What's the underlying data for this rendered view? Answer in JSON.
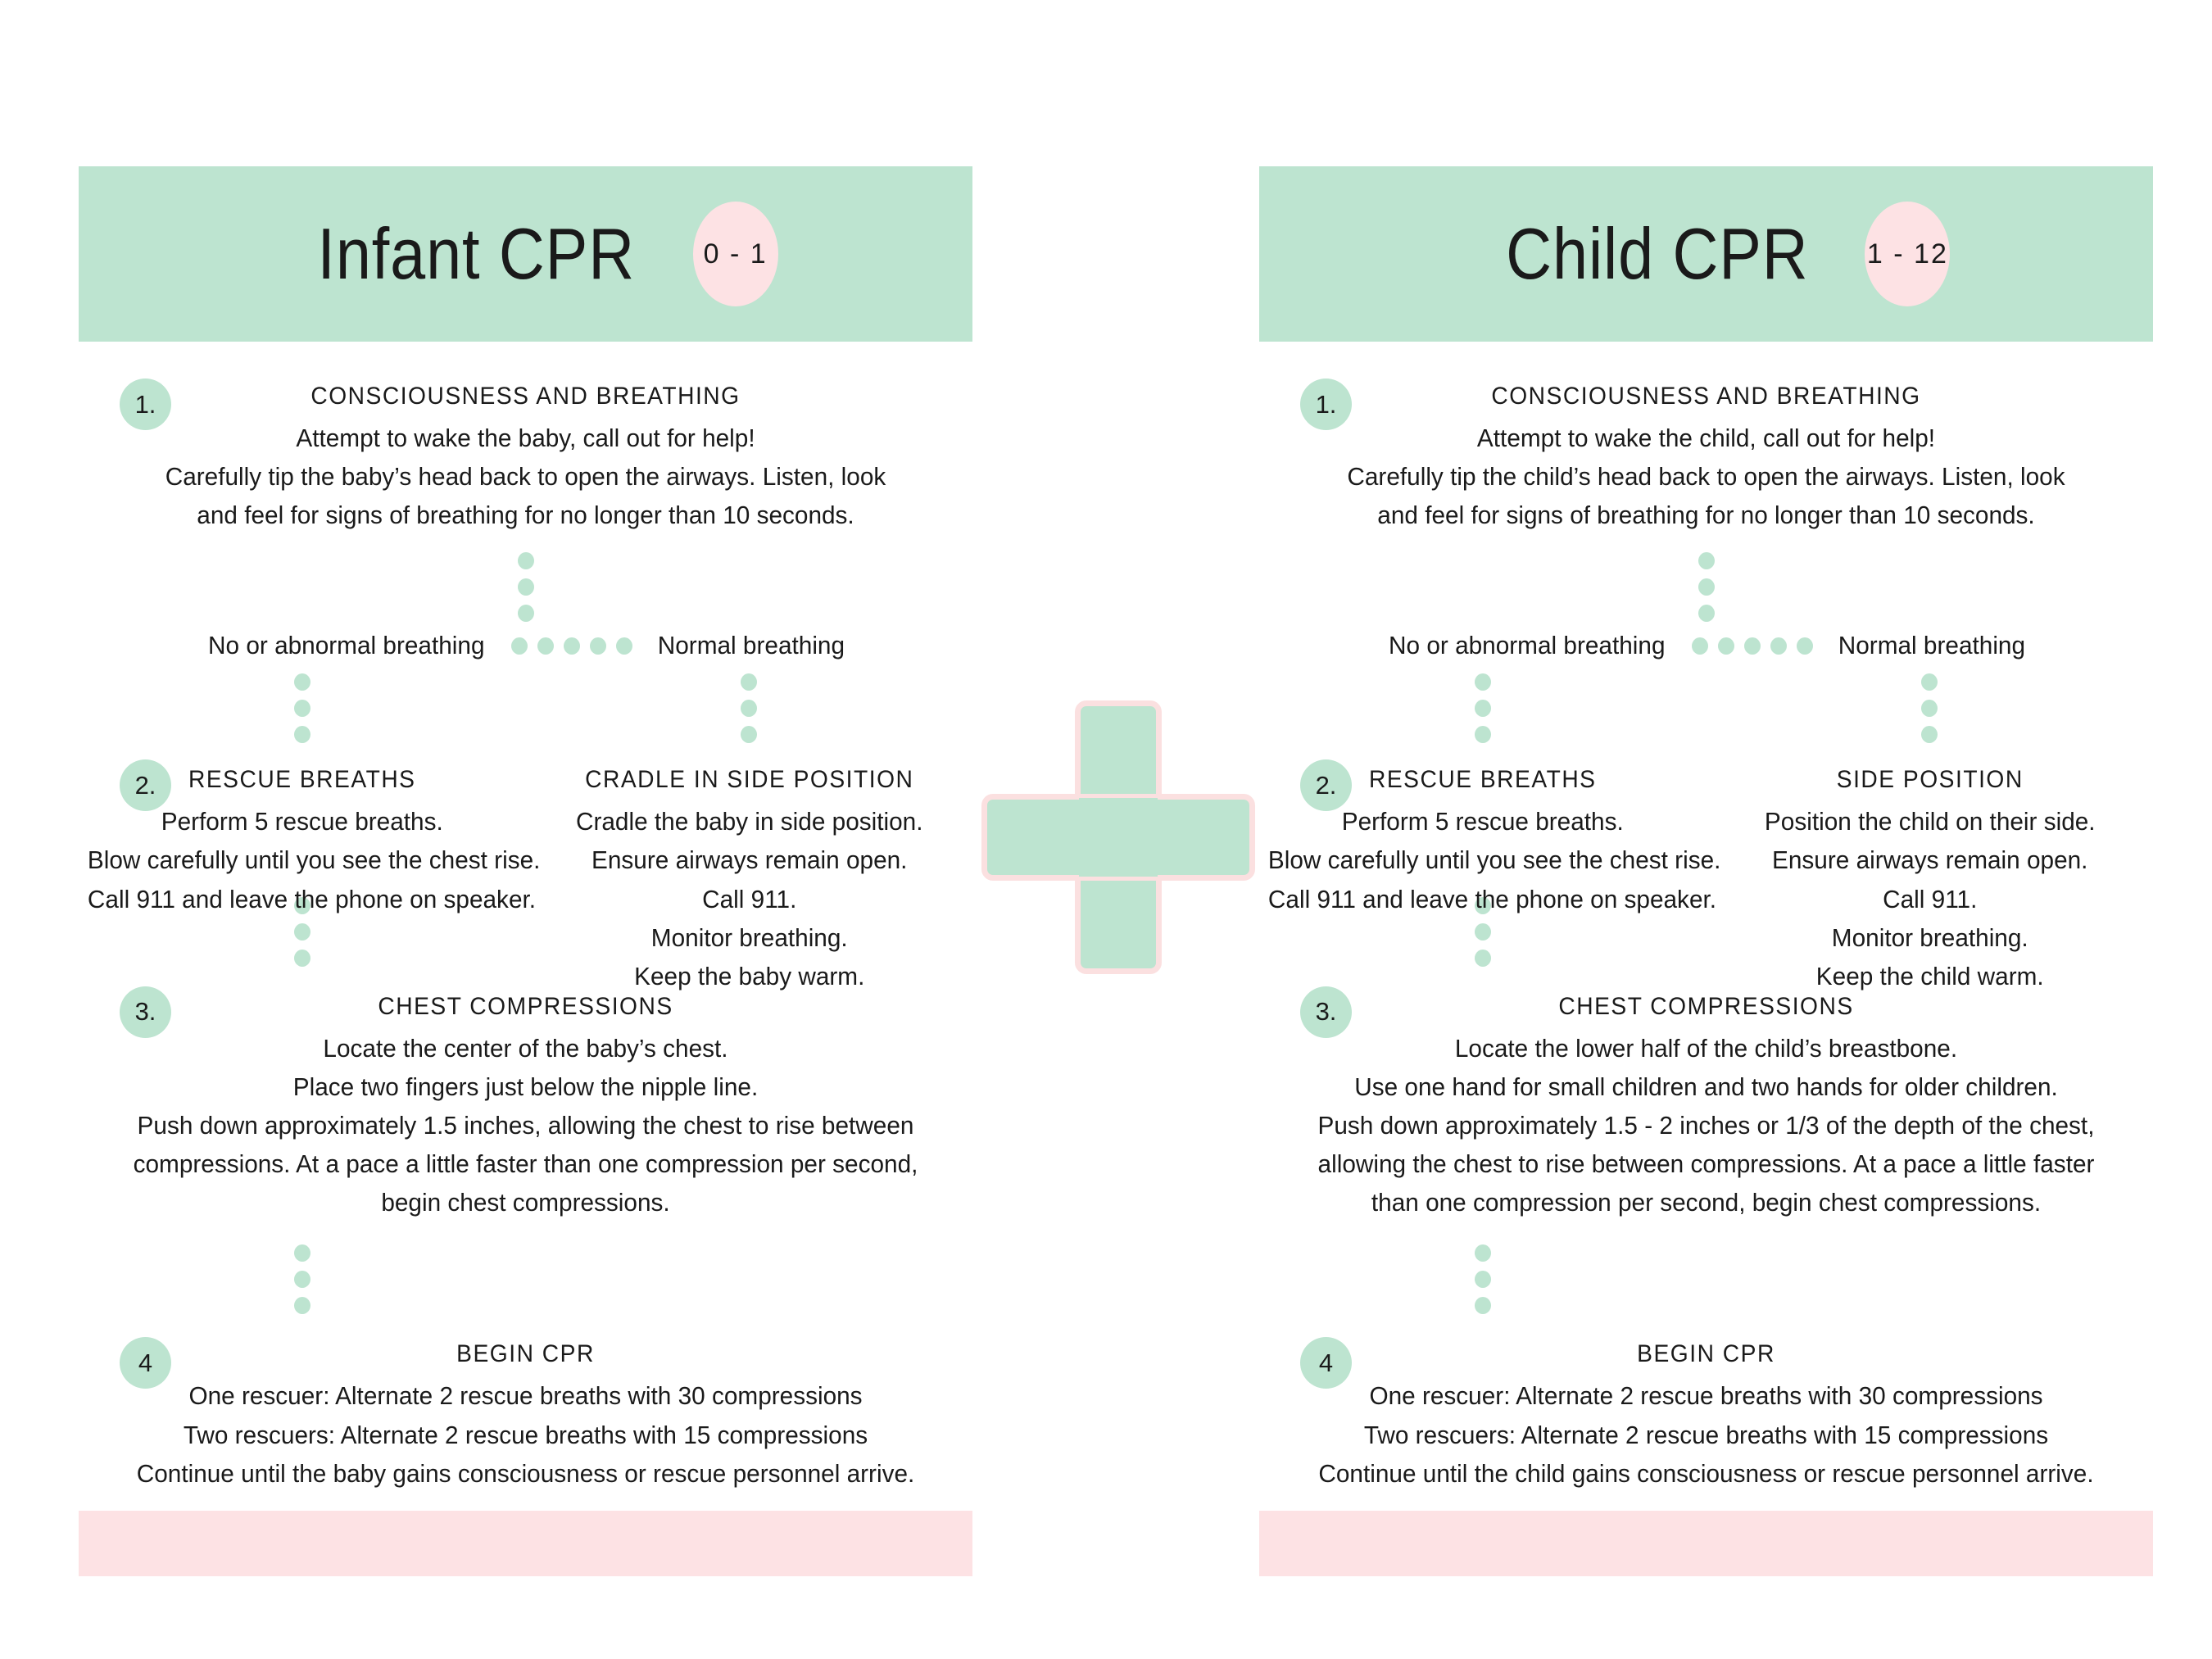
{
  "colors": {
    "mint": "#bde4d0",
    "pink": "#fde2e4",
    "cross_outline": "#fbe0e0",
    "text": "#1a1a1a",
    "background": "#ffffff"
  },
  "center_icon": "medical-cross-icon",
  "panels": [
    {
      "id": "infant",
      "title": "Infant CPR",
      "age_badge": "0 - 1",
      "steps": [
        {
          "number": "1.",
          "heading": "CONSCIOUSNESS AND BREATHING",
          "lines": [
            "Attempt to wake the baby, call out for help!",
            "Carefully tip the baby’s head back to open the airways. Listen, look",
            "and feel for signs of breathing for no longer than 10 seconds."
          ]
        }
      ],
      "branch": {
        "left_label": "No or abnormal breathing",
        "right_label": "Normal breathing",
        "stem_dots": 3,
        "row_dots": 5,
        "down_dots": 3
      },
      "step2": {
        "number": "2.",
        "left": {
          "heading": "RESCUE BREATHS",
          "lines": [
            "Perform 5 rescue breaths.",
            "Blow carefully until you see the chest rise.",
            "Call 911 and leave the phone on speaker."
          ]
        },
        "right": {
          "heading": "CRADLE IN SIDE POSITION",
          "lines": [
            "Cradle the baby in side position.",
            "Ensure airways remain open.",
            "Call 911.",
            "Monitor breathing.",
            "Keep the baby warm."
          ]
        }
      },
      "step3": {
        "number": "3.",
        "heading": "CHEST COMPRESSIONS",
        "lines": [
          "Locate the center of the baby’s chest.",
          "Place two fingers just below the nipple line.",
          "Push down approximately 1.5 inches, allowing the chest to rise between",
          "compressions. At a pace a little faster than one compression per second,",
          "begin chest compressions."
        ]
      },
      "step4": {
        "number": "4",
        "heading": "BEGIN CPR",
        "lines": [
          "One rescuer: Alternate 2 rescue breaths with 30 compressions",
          "Two rescuers: Alternate 2 rescue breaths with 15 compressions",
          "Continue until the baby gains consciousness or rescue personnel arrive."
        ]
      }
    },
    {
      "id": "child",
      "title": "Child CPR",
      "age_badge": "1 - 12",
      "steps": [
        {
          "number": "1.",
          "heading": "CONSCIOUSNESS AND BREATHING",
          "lines": [
            "Attempt to wake the child, call out for help!",
            "Carefully tip the child’s head back to open the airways. Listen, look",
            "and feel for signs of breathing for no longer than 10 seconds."
          ]
        }
      ],
      "branch": {
        "left_label": "No or abnormal breathing",
        "right_label": "Normal breathing",
        "stem_dots": 3,
        "row_dots": 5,
        "down_dots": 3
      },
      "step2": {
        "number": "2.",
        "left": {
          "heading": "RESCUE BREATHS",
          "lines": [
            "Perform 5 rescue breaths.",
            "Blow carefully until you see the chest rise.",
            "Call 911 and leave the phone on speaker."
          ]
        },
        "right": {
          "heading": "SIDE POSITION",
          "lines": [
            "Position the child on their side.",
            "Ensure airways remain open.",
            "Call 911.",
            "Monitor breathing.",
            "Keep the child warm."
          ]
        }
      },
      "step3": {
        "number": "3.",
        "heading": "CHEST COMPRESSIONS",
        "lines": [
          "Locate the lower half of the child’s breastbone.",
          "Use one hand for small children and two hands for older children.",
          "Push down approximately 1.5 - 2 inches or 1/3 of the depth of the chest,",
          "allowing the chest to rise between compressions. At a pace a little faster",
          "than one compression per second, begin chest compressions."
        ]
      },
      "step4": {
        "number": "4",
        "heading": "BEGIN CPR",
        "lines": [
          "One rescuer: Alternate 2 rescue breaths with 30 compressions",
          "Two rescuers: Alternate 2 rescue breaths with 15 compressions",
          "Continue until the child gains consciousness or rescue personnel arrive."
        ]
      }
    }
  ]
}
